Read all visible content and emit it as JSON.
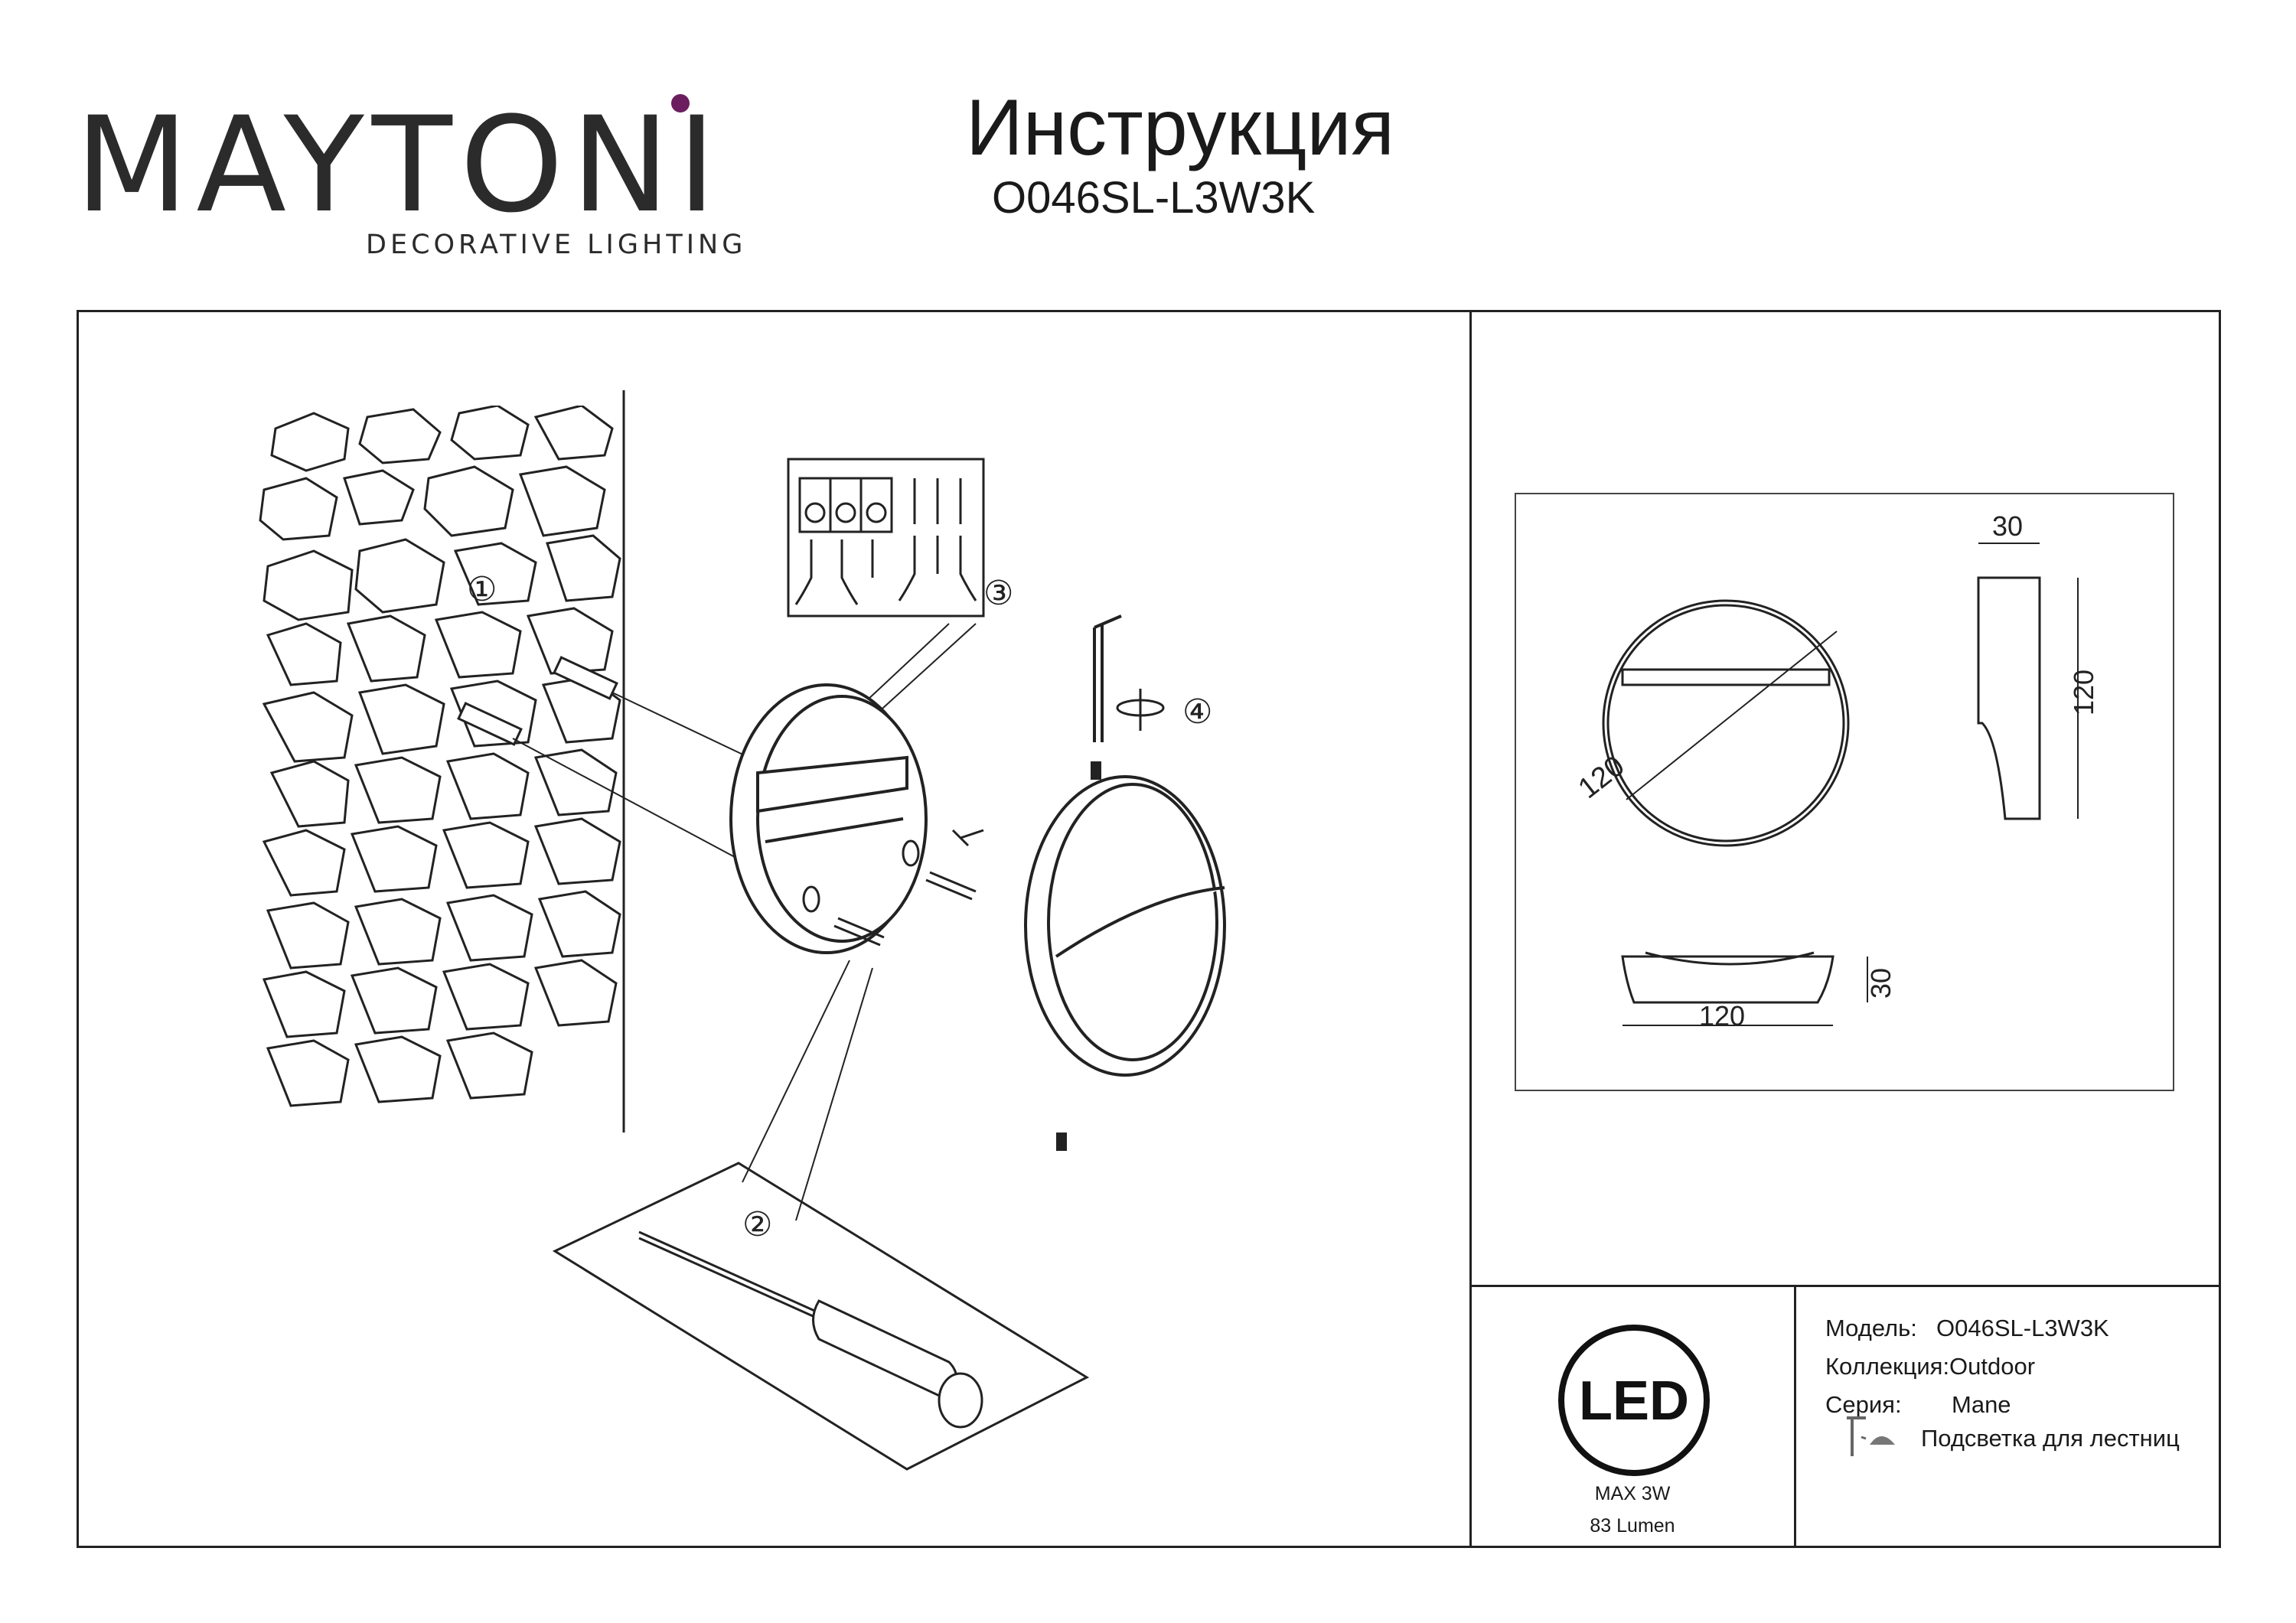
{
  "brand": {
    "name": "MAYTONI",
    "tagline": "DECORATIVE LIGHTING",
    "accent_color": "#6b1d5f"
  },
  "document": {
    "title": "Инструкция",
    "model_code": "O046SL-L3W3K"
  },
  "assembly": {
    "steps": [
      "①",
      "②",
      "③",
      "④"
    ]
  },
  "dimensions": {
    "front_diameter": "120",
    "side_depth": "30",
    "side_height": "120",
    "bottom_depth": "30",
    "bottom_width": "120"
  },
  "led_badge": {
    "logo_text": "LED",
    "max_power": "MAX 3W",
    "lumen": "83 Lumen"
  },
  "specs": {
    "model_label": "Модель:",
    "model_value": "O046SL-L3W3K",
    "collection_label": "Коллекция:",
    "collection_value": "Outdoor",
    "series_label": "Серия:",
    "series_value": "Mane",
    "type_value": "Подсветка для лестниц",
    "type_icon": "stair-light-icon"
  }
}
